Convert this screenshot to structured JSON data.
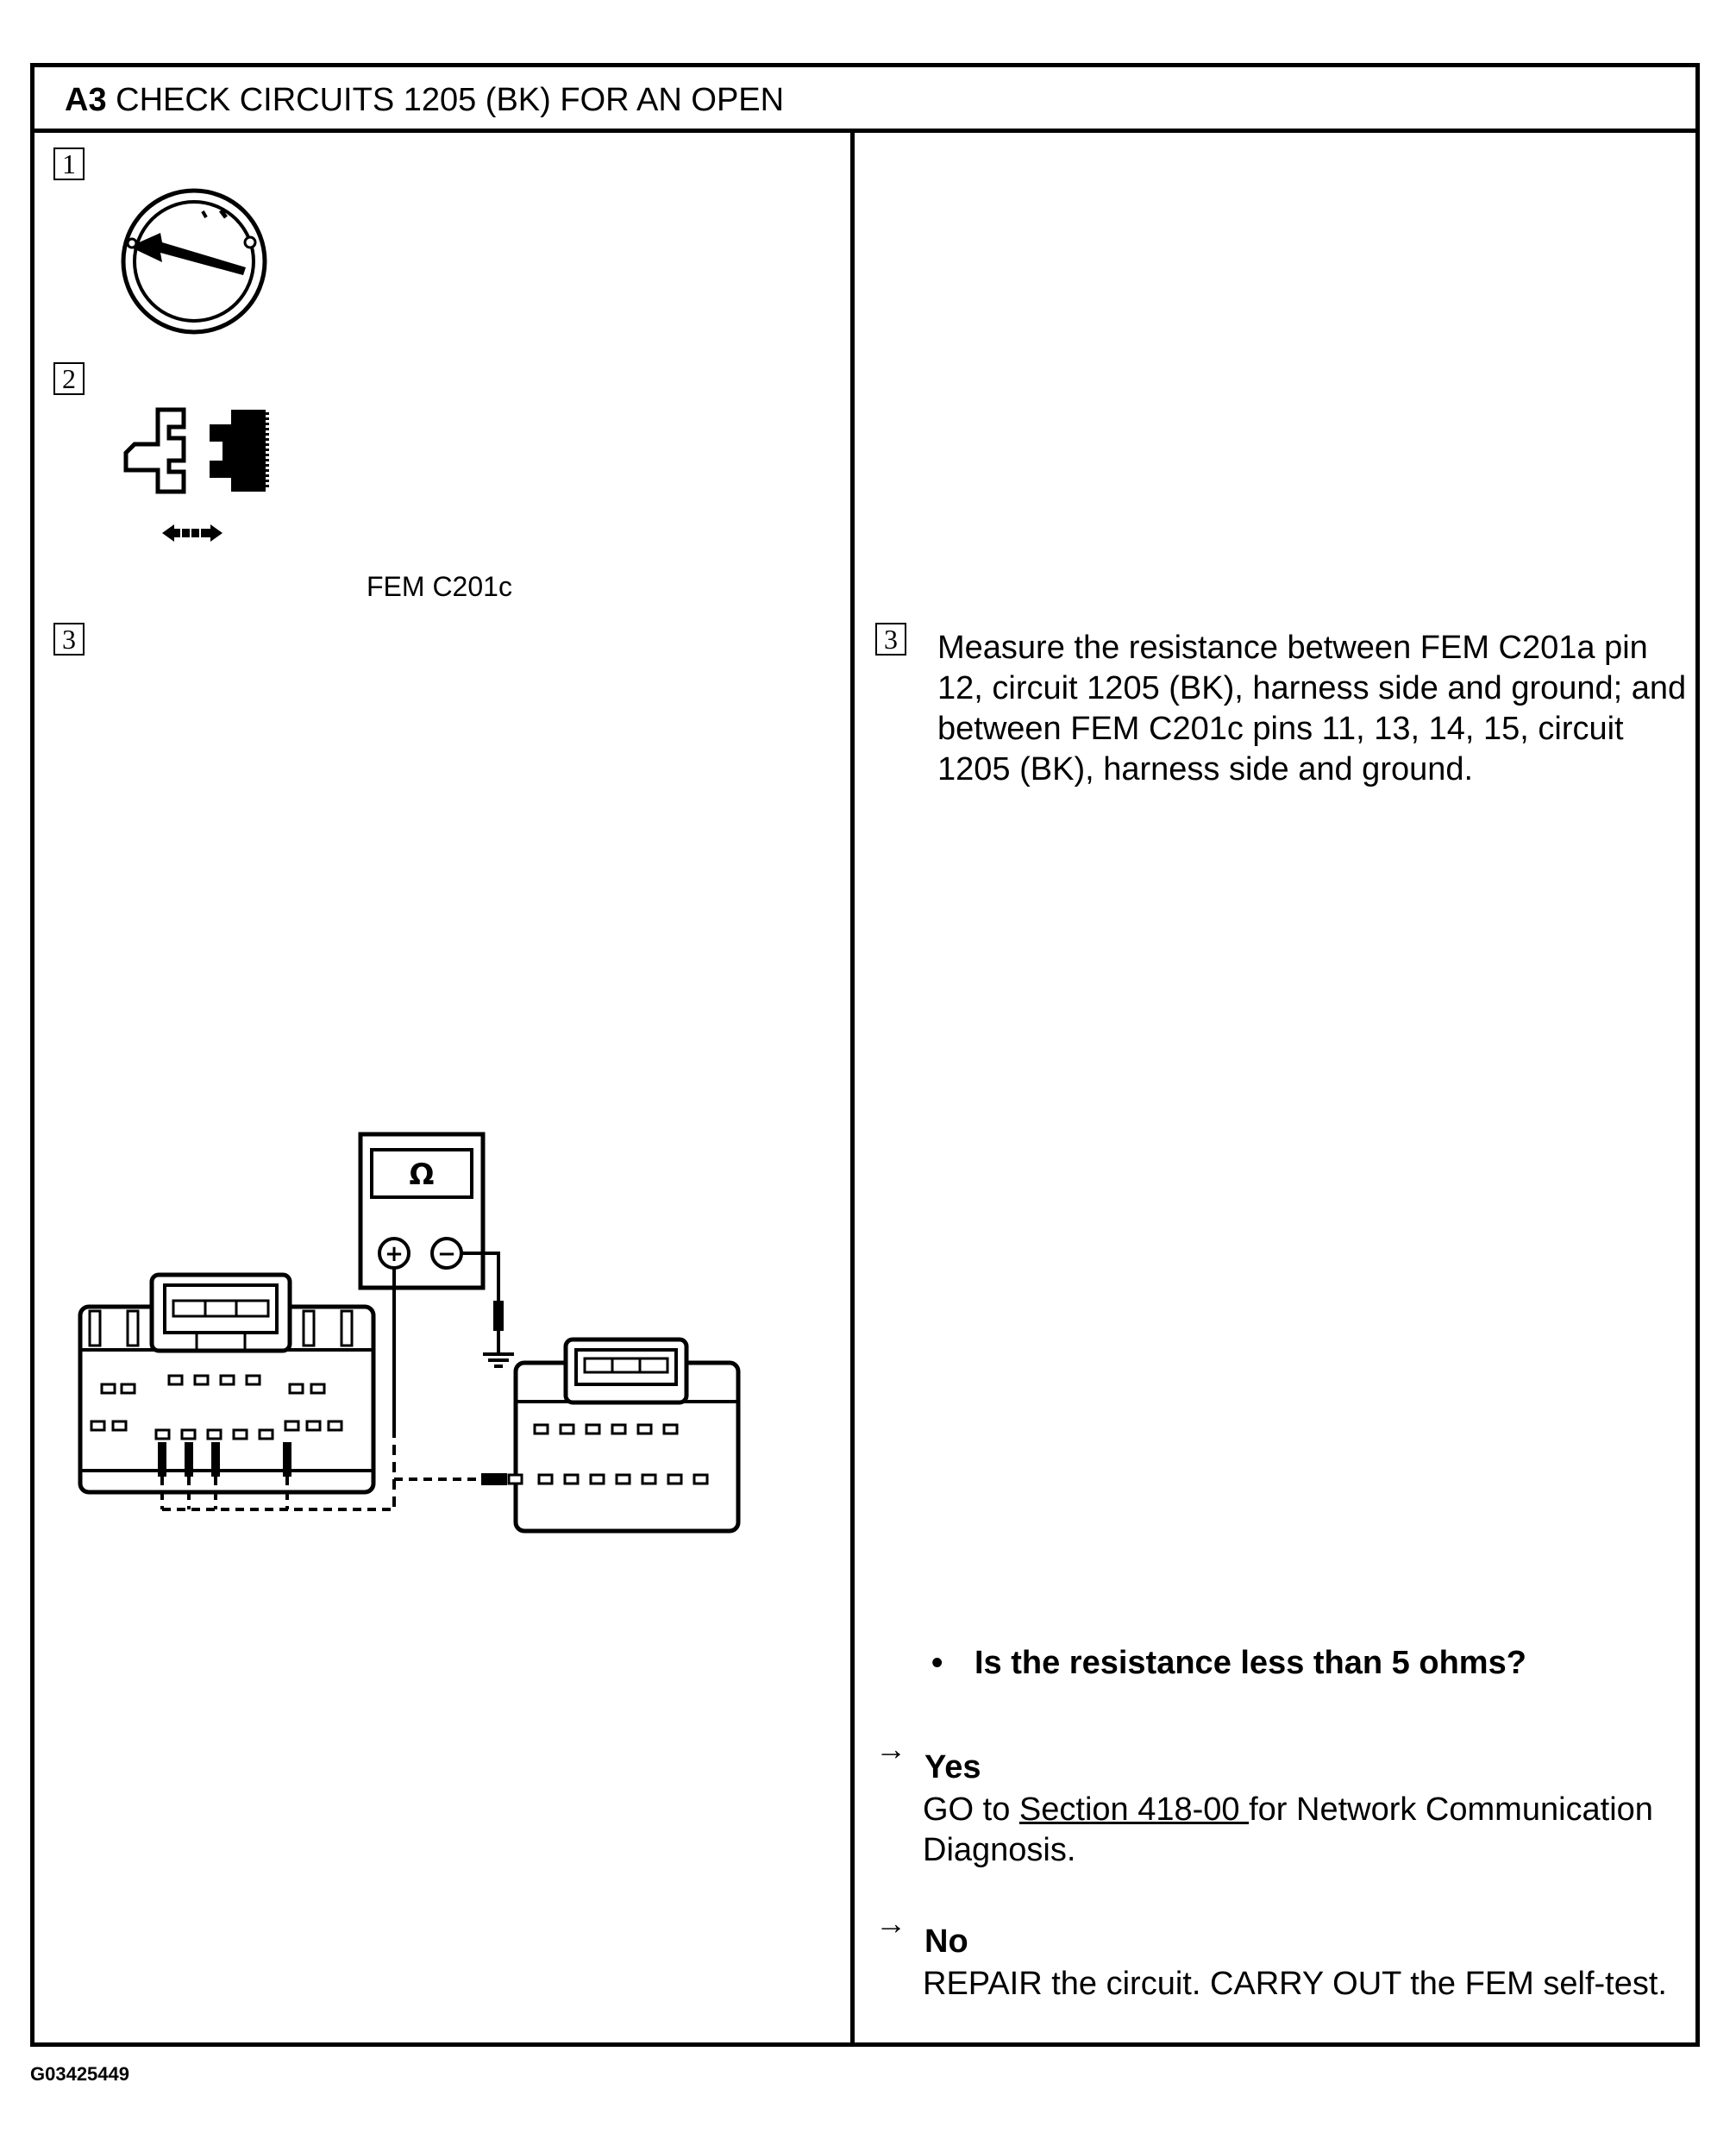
{
  "header": {
    "step_id": "A3",
    "title": "CHECK CIRCUITS 1205 (BK) FOR AN OPEN"
  },
  "left": {
    "step1_number": "1",
    "step2_number": "2",
    "connector_caption": "FEM C201c",
    "step3_number": "3",
    "meter_symbol": "Ω",
    "plus_symbol": "+",
    "minus_symbol": "−",
    "icons": [
      "ignition-switch-off-icon",
      "connector-disconnect-icon",
      "ohmmeter-icon",
      "ground-icon"
    ]
  },
  "right": {
    "step3_number": "3",
    "instruction": "Measure the resistance between FEM C201a pin 12, circuit 1205 (BK), harness side and ground; and between FEM C201c pins 11, 13, 14, 15, circuit 1205 (BK), harness side and ground.",
    "bullet": "•",
    "question": "Is the resistance less than 5 ohms?",
    "arrow": "→",
    "yes_label": "Yes",
    "yes_prefix": "GO to ",
    "yes_link": "Section 418-00 ",
    "yes_suffix": "for Network Communication Diagnosis.",
    "no_label": "No",
    "no_text": "REPAIR the circuit. CARRY OUT the FEM self-test."
  },
  "figure_id": "G03425449"
}
